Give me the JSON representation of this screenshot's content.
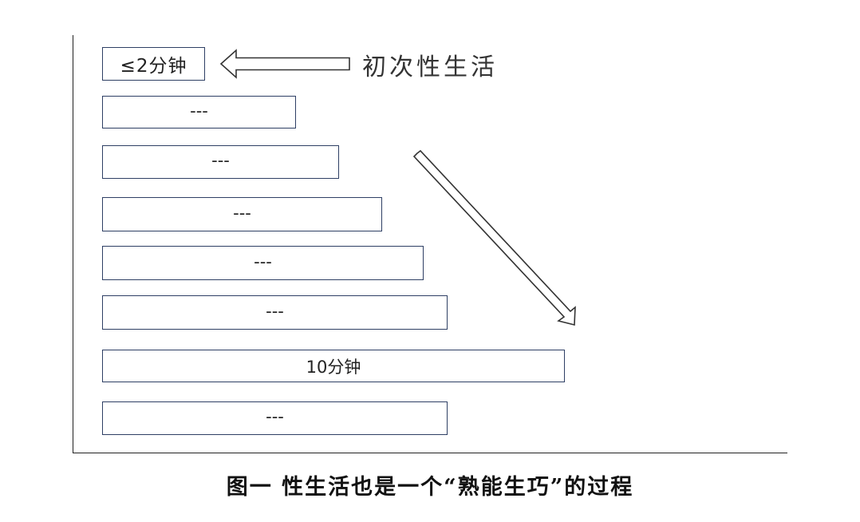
{
  "diagram": {
    "bars": [
      {
        "label": "≤2分钟"
      },
      {
        "label": "---"
      },
      {
        "label": "---"
      },
      {
        "label": "---"
      },
      {
        "label": "---"
      },
      {
        "label": "---"
      },
      {
        "label": "10分钟"
      },
      {
        "label": "---"
      }
    ],
    "callout": "初次性生活",
    "caption": "图一  性生活也是一个“熟能生巧”的过程"
  },
  "colors": {
    "bar_border": "#2e3f64",
    "axis": "#222222",
    "arrow": "#333333"
  }
}
